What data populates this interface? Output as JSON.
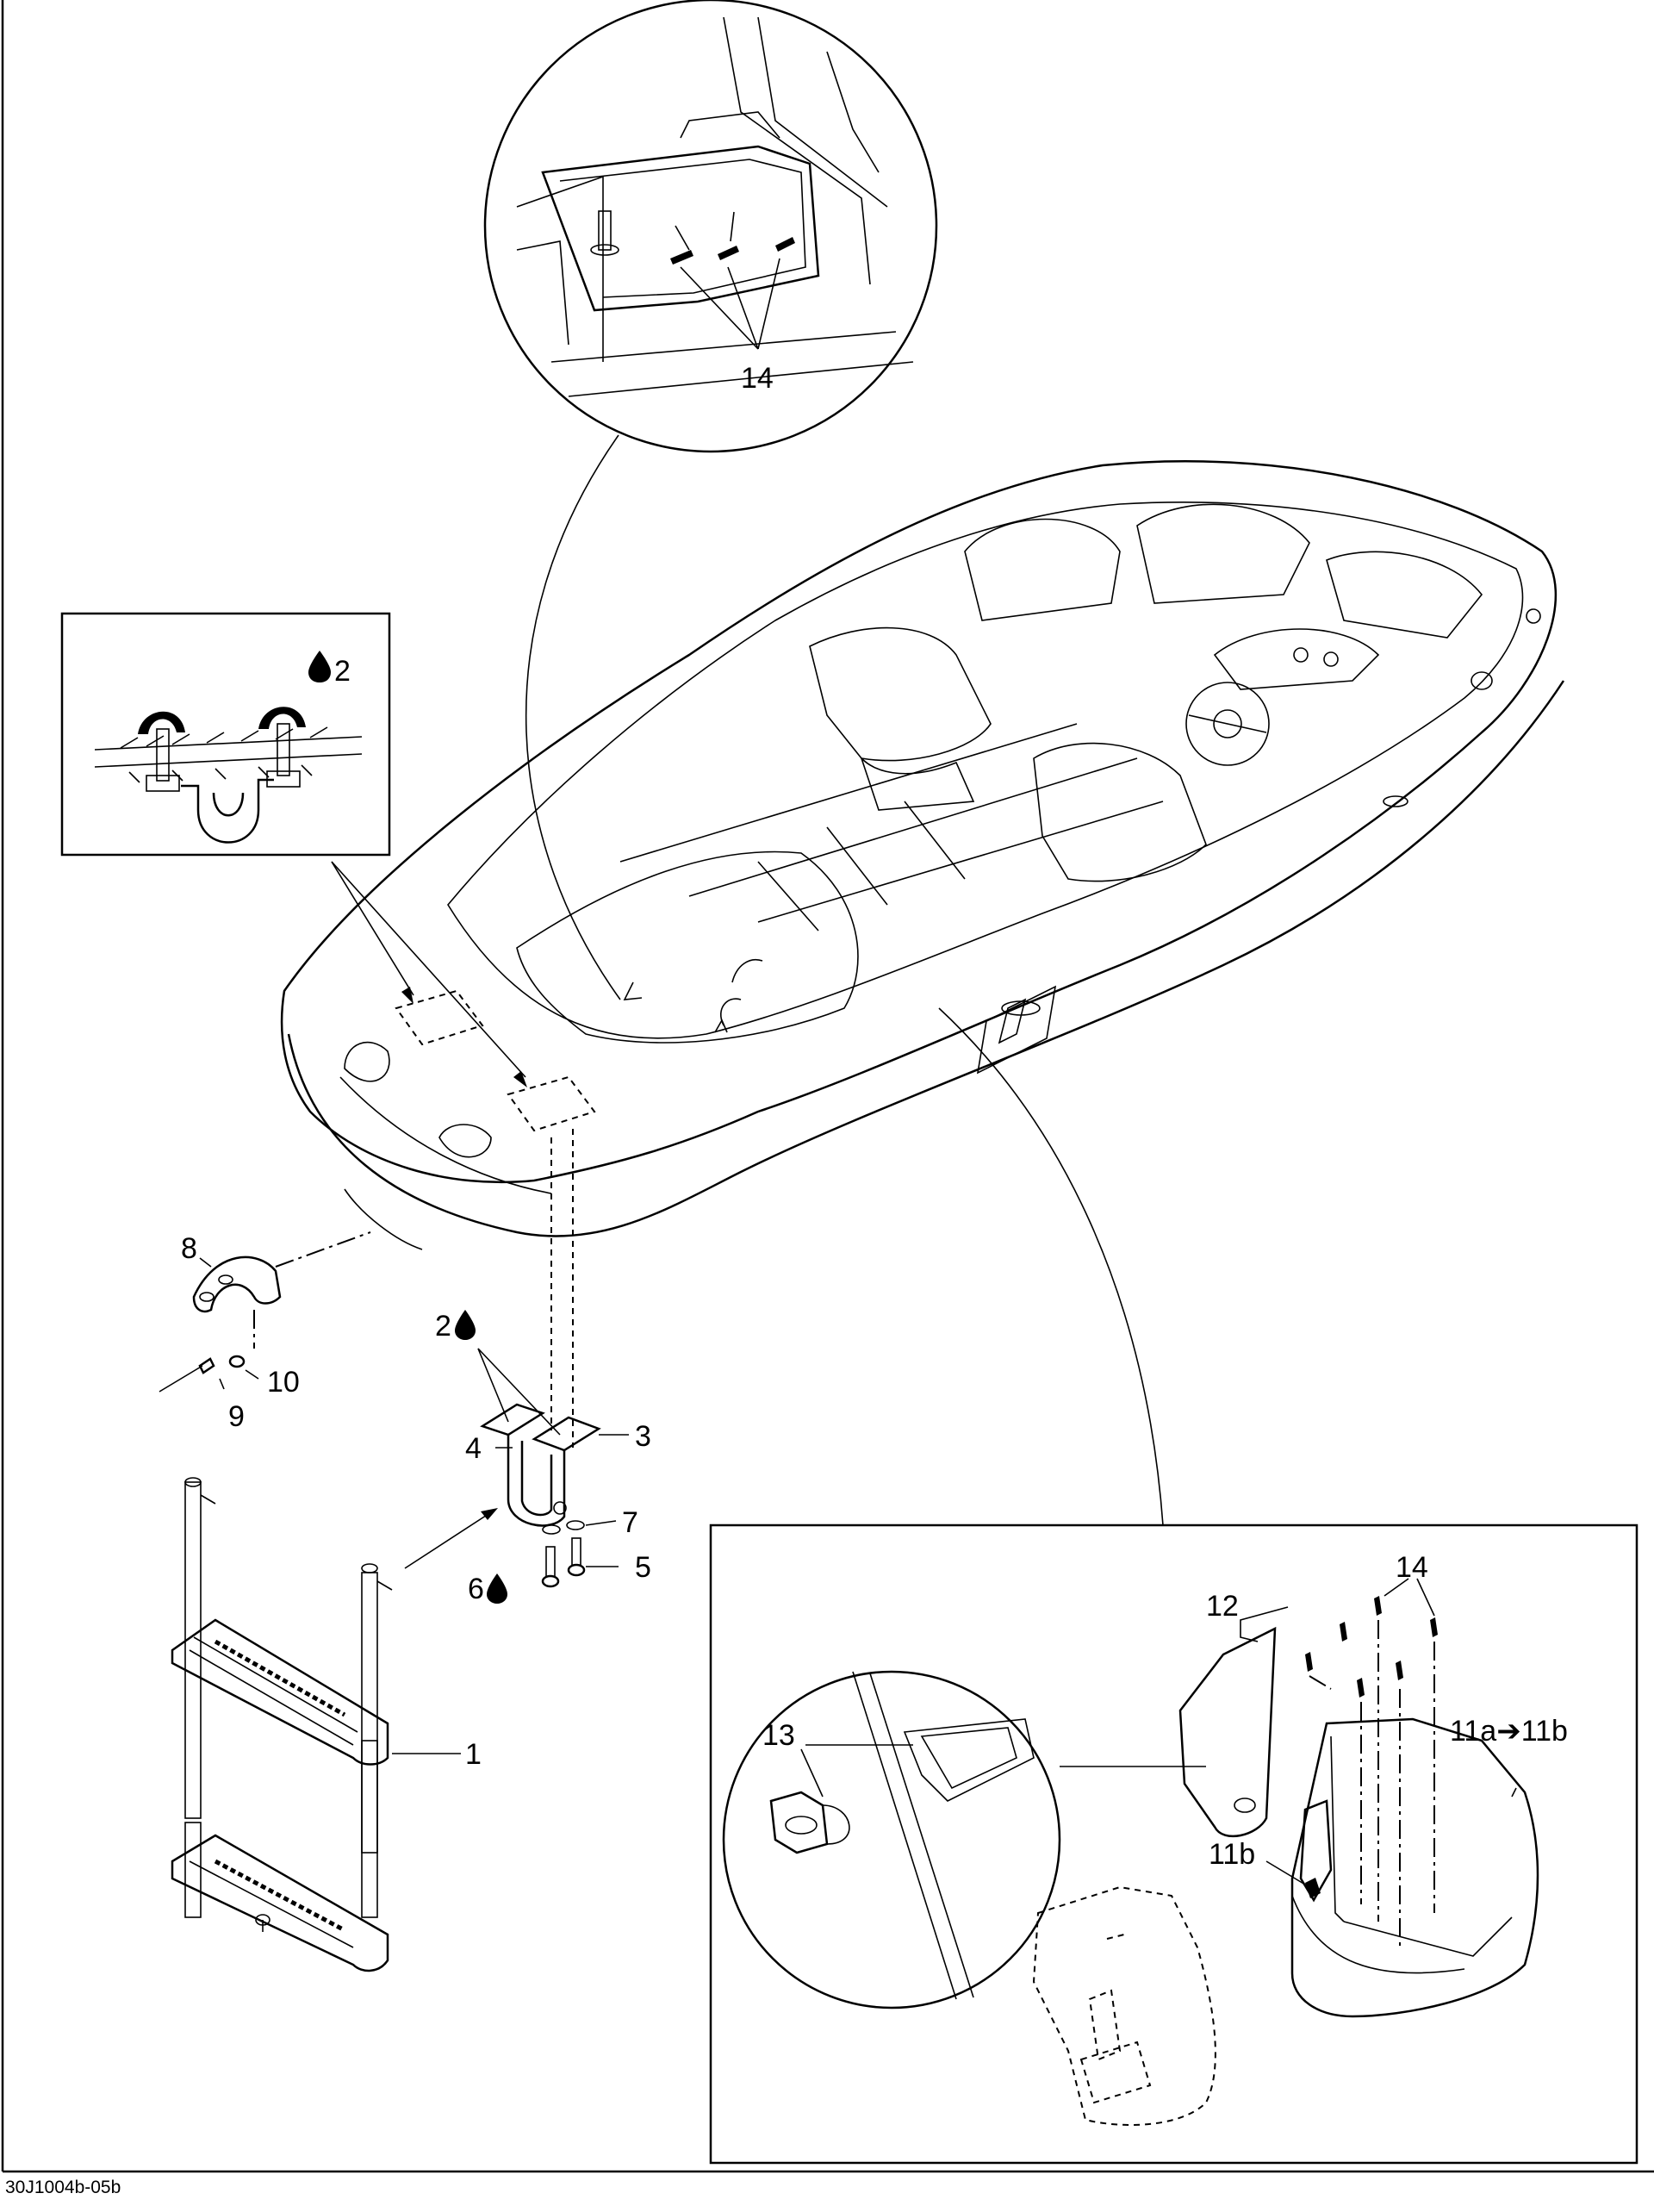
{
  "diagram": {
    "drawing_id": "30J1004b-05b",
    "callouts": {
      "c1": "1",
      "c2a": "2",
      "c2b": "2",
      "c3": "3",
      "c4": "4",
      "c5": "5",
      "c6": "6",
      "c7": "7",
      "c8": "8",
      "c9": "9",
      "c10": "10",
      "c11ab": "11a➔11b",
      "c11b": "11b",
      "c12": "12",
      "c13": "13",
      "c14a": "14",
      "c14b": "14"
    },
    "icons": [
      "sealant-drop-icon"
    ]
  }
}
